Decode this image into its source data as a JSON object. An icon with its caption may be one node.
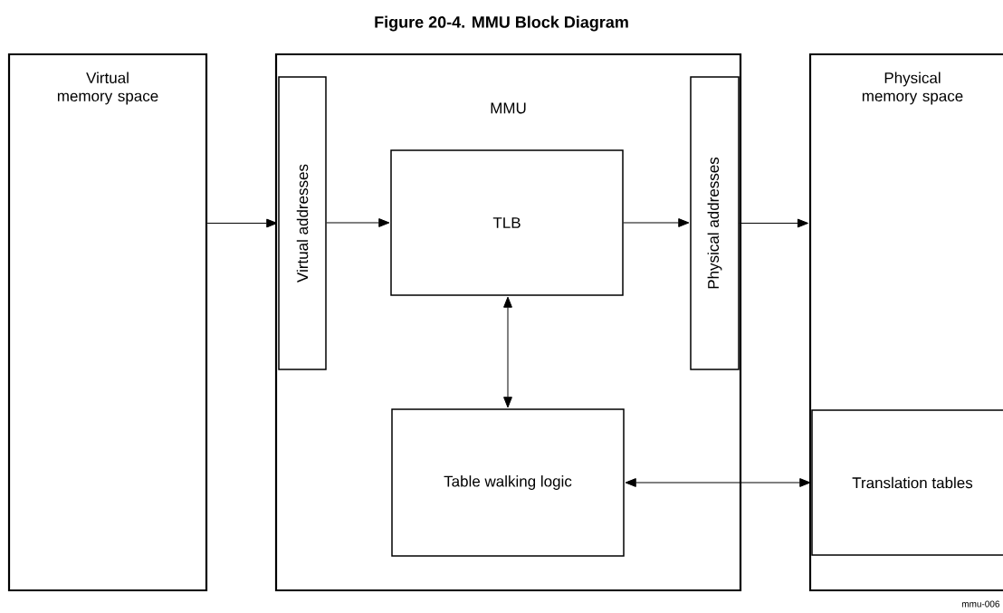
{
  "diagram": {
    "title": "Figure 20-4. MMU Block Diagram",
    "nodes": [
      {
        "text": [
          "Virtual memory space"
        ]
      },
      {
        "text": [
          "MMU"
        ]
      },
      {
        "text": [
          "Virtual addresses"
        ],
        "in": 1
      },
      {
        "text": [
          "TLB"
        ],
        "in": 1
      },
      {
        "text": [
          "Physical addresses"
        ],
        "in": 1
      },
      {
        "text": [
          "Table walking logic"
        ],
        "in": 1
      },
      {
        "text": [
          "Physical memory space"
        ]
      },
      {
        "text": [
          "Translation tables"
        ],
        "in": 6
      }
    ],
    "edges": [
      {
        "from": 0,
        "to": 2,
        "arrow": "to"
      },
      {
        "from": 2,
        "to": 3,
        "arrow": "to"
      },
      {
        "from": 3,
        "to": 4,
        "arrow": "to"
      },
      {
        "from": 4,
        "to": 6,
        "arrow": "to"
      },
      {
        "from": 5,
        "to": 3,
        "arrow": "both"
      },
      {
        "from": 5,
        "to": 7,
        "arrow": "both"
      }
    ],
    "labels": [
      "mmu-006"
    ]
  }
}
